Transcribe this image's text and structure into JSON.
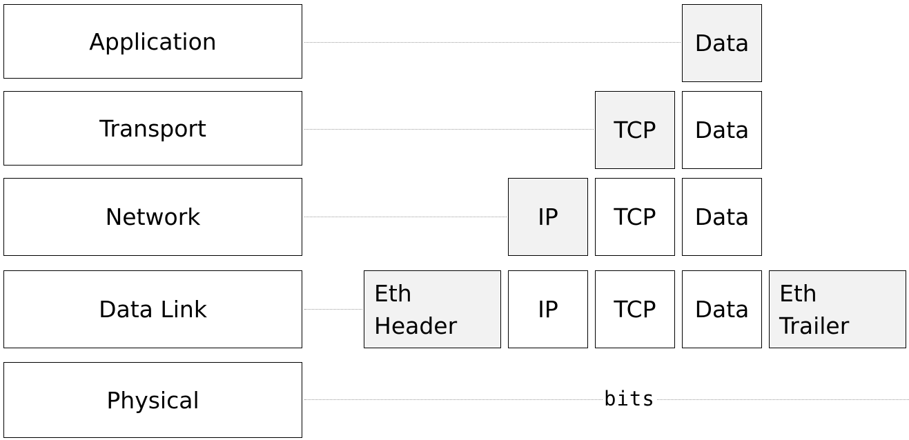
{
  "layers": {
    "application": "Application",
    "transport": "Transport",
    "network": "Network",
    "data_link": "Data Link",
    "physical": "Physical"
  },
  "pdu": {
    "data": "Data",
    "tcp": "TCP",
    "ip": "IP",
    "eth_header": "Eth\nHeader",
    "eth_trailer": "Eth\nTrailer",
    "bits": "bits"
  },
  "colors": {
    "added_header_fill": "#f2f2f2",
    "box_fill": "#ffffff",
    "border": "#000000",
    "dotted_line": "#9a9a9a"
  }
}
